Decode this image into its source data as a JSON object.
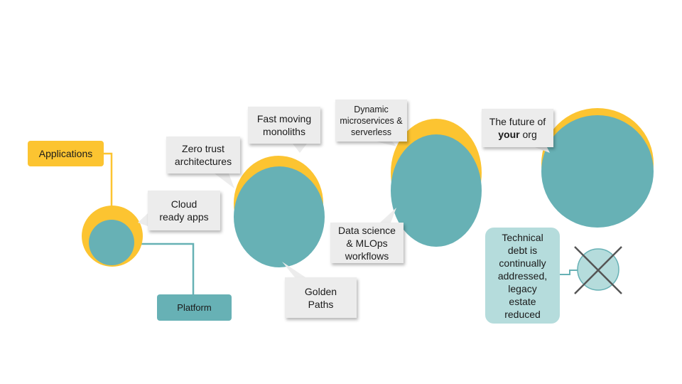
{
  "labels": {
    "applications": "Applications",
    "platform": "Platform"
  },
  "callouts": {
    "cloud_ready": "Cloud ready apps",
    "zero_trust": "Zero trust architectures",
    "fast_moving": "Fast moving monoliths",
    "golden_paths": "Golden Paths",
    "dynamic_micro": "Dynamic microservices & serverless",
    "data_science": "Data science & MLOps workflows",
    "future_prefix": "The future of",
    "future_bold": "your",
    "future_suffix": "org"
  },
  "tech_debt": "Technical debt is continually addressed, legacy estate reduced",
  "colors": {
    "yellow": "#fcc431",
    "teal": "#67b1b5",
    "light_teal": "#b5dcdc",
    "callout_bg": "#ececec",
    "x_mark": "#555555"
  }
}
